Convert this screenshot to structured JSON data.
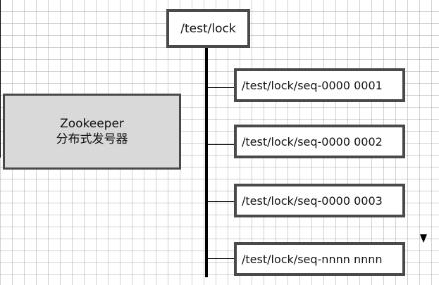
{
  "root": {
    "label": "/test/lock"
  },
  "zookeeper": {
    "line1": "Zookeeper",
    "line2": "分布式发号器"
  },
  "children": [
    {
      "label": "/test/lock/seq-0000 0001"
    },
    {
      "label": "/test/lock/seq-0000 0002"
    },
    {
      "label": "/test/lock/seq-0000 0003"
    },
    {
      "label": "/test/lock/seq-nnnn nnnn"
    }
  ]
}
